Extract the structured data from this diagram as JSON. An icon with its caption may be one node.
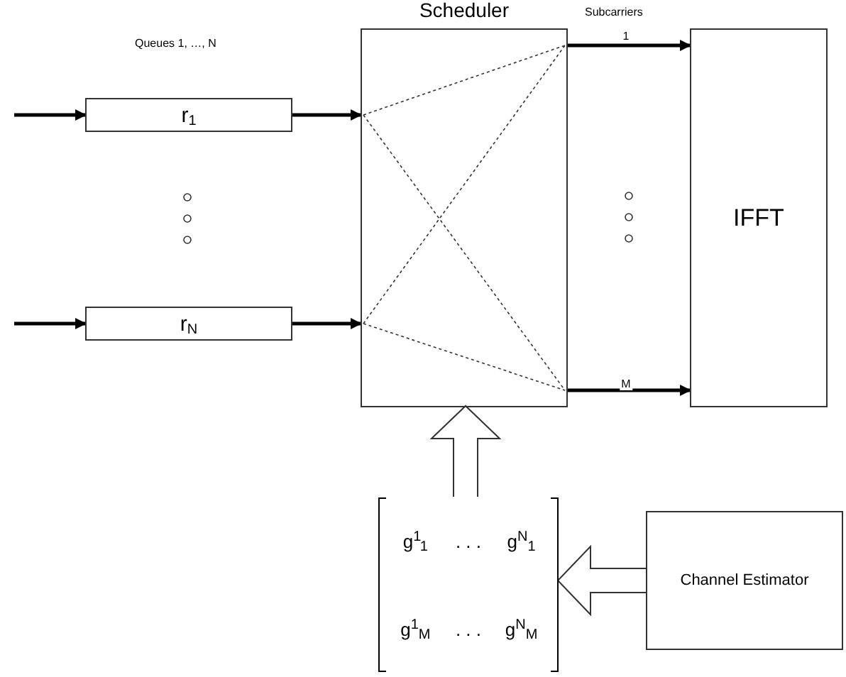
{
  "diagram": {
    "nodes": [
      {
        "text": [
          "r$_{1}$"
        ]
      },
      {
        "text": [
          "r$_{N}$"
        ]
      },
      {
        "text": [
          "Scheduler"
        ]
      },
      {
        "text": [
          "IFFT"
        ]
      },
      {
        "text": [
          "g$^{1}$$_{1}$",
          ". . .",
          "g$^{N}$$_{1}$",
          "g$^{1}$$_{M}$",
          ". . .",
          "g$^{N}$$_{M}$"
        ]
      },
      {
        "text": [
          "Channel Estimator"
        ]
      }
    ],
    "edges": [
      {
        "from": null,
        "to": 0,
        "arrow": "to"
      },
      {
        "from": null,
        "to": 1,
        "arrow": "to"
      },
      {
        "from": 0,
        "to": 2,
        "arrow": "to"
      },
      {
        "from": 1,
        "to": 2,
        "arrow": "to"
      },
      {
        "from": 2,
        "to": 3,
        "arrow": "to",
        "label": "1"
      },
      {
        "from": 2,
        "to": 3,
        "arrow": "to",
        "label": "M"
      },
      {
        "from": 4,
        "to": 2,
        "arrow": "to",
        "style": "thick"
      },
      {
        "from": 5,
        "to": 4,
        "arrow": "to",
        "style": "thick"
      }
    ],
    "labels": [
      "Queues 1, …, N",
      "Subcarriers"
    ]
  }
}
